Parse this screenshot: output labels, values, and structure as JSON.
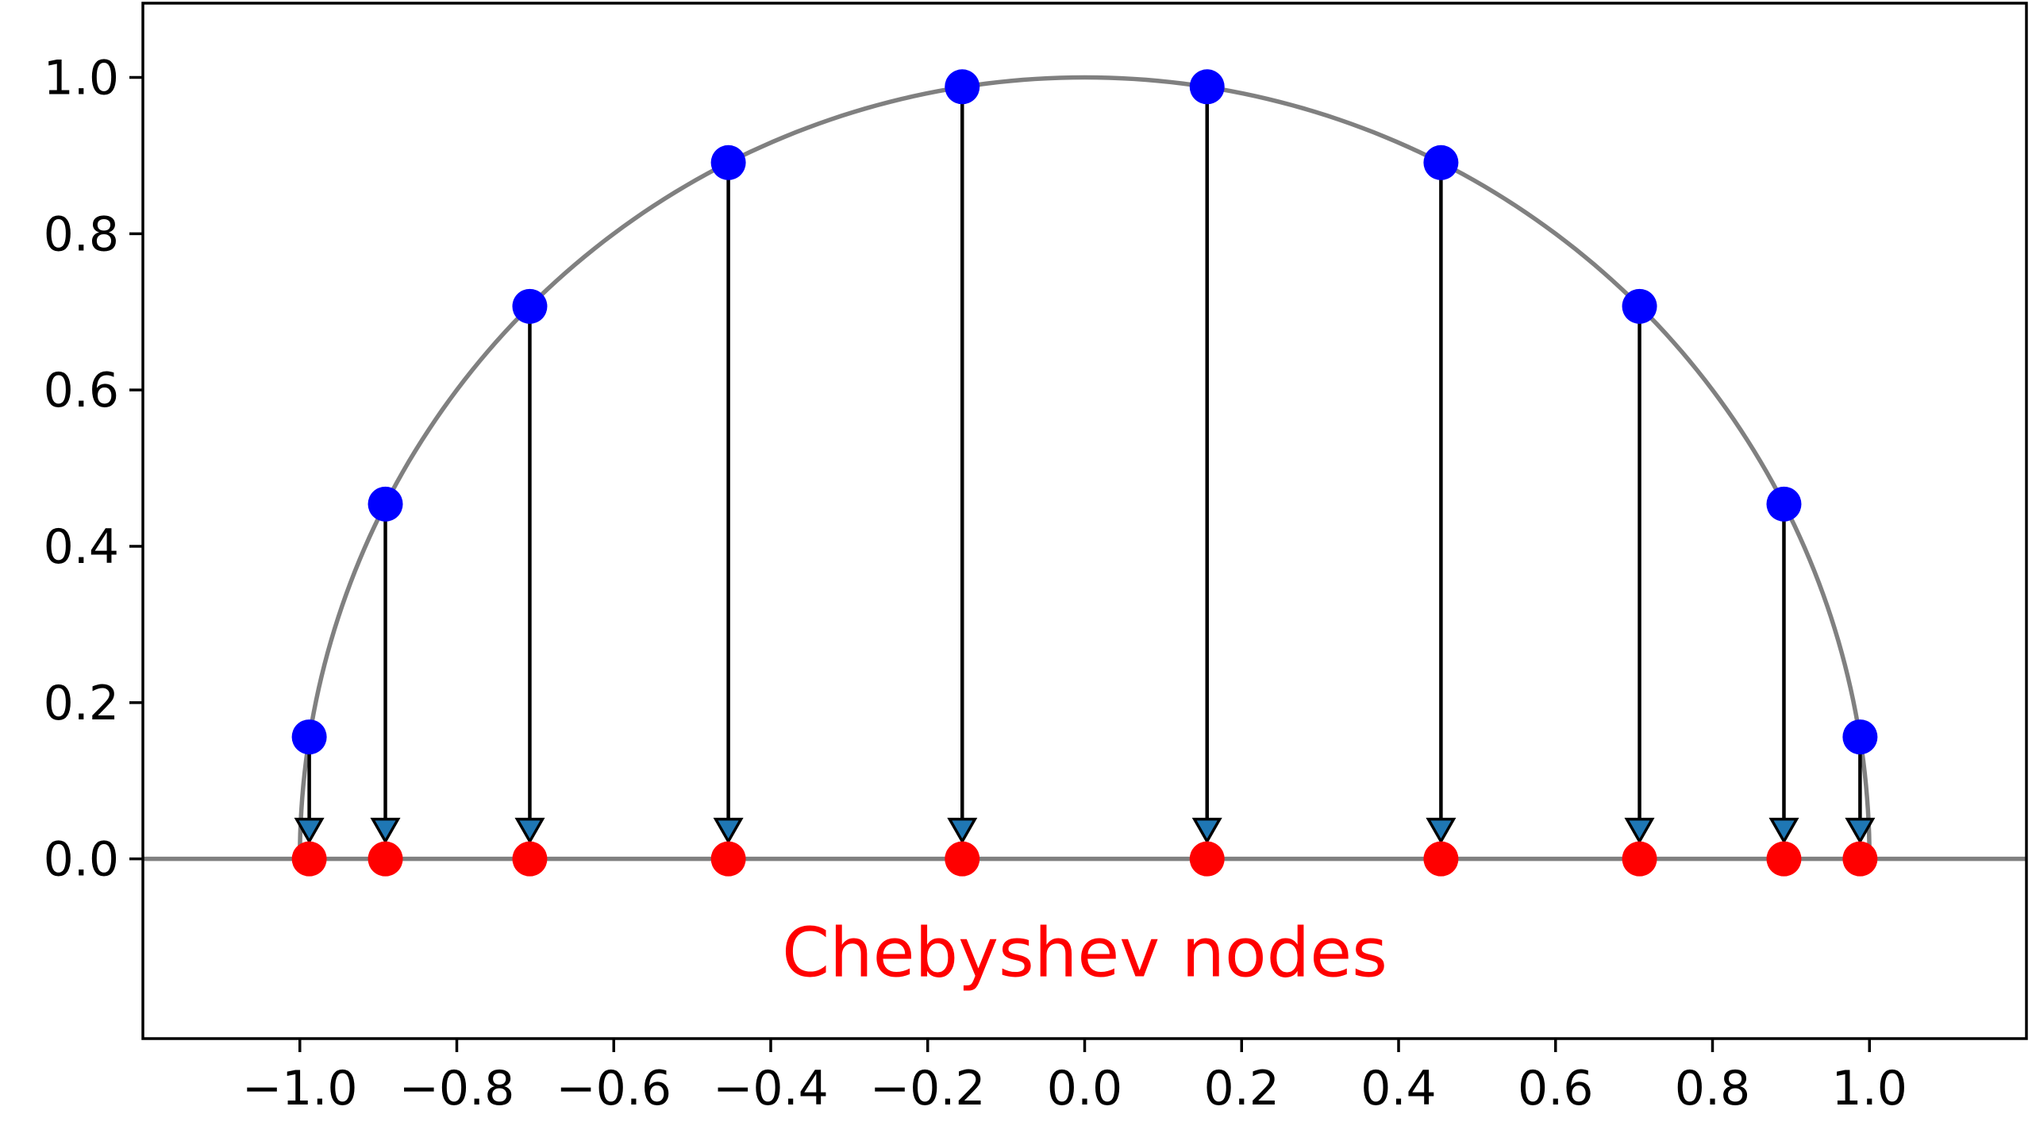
{
  "chart_data": {
    "type": "scatter",
    "title": "",
    "xlabel": "",
    "ylabel": "",
    "xlim": [
      -1.2,
      1.2
    ],
    "ylim": [
      -0.23,
      1.095
    ],
    "grid": false,
    "x_ticks": [
      "−1.0",
      "−0.8",
      "−0.6",
      "−0.4",
      "−0.2",
      "0.0",
      "0.2",
      "0.4",
      "0.6",
      "0.8",
      "1.0"
    ],
    "x_tick_values": [
      -1.0,
      -0.8,
      -0.6,
      -0.4,
      -0.2,
      0.0,
      0.2,
      0.4,
      0.6,
      0.8,
      1.0
    ],
    "y_ticks": [
      "0.0",
      "0.2",
      "0.4",
      "0.6",
      "0.8",
      "1.0"
    ],
    "y_tick_values": [
      0.0,
      0.2,
      0.4,
      0.6,
      0.8,
      1.0
    ],
    "curve": {
      "kind": "unit-semicircle",
      "color": "#808080"
    },
    "baseline": {
      "y": 0.0,
      "color": "#808080"
    },
    "circle_points": {
      "color": "#0000ff",
      "x": [
        -0.988,
        -0.891,
        -0.707,
        -0.454,
        -0.156,
        0.156,
        0.454,
        0.707,
        0.891,
        0.988
      ],
      "y": [
        0.156,
        0.454,
        0.707,
        0.891,
        0.988,
        0.988,
        0.891,
        0.707,
        0.454,
        0.156
      ]
    },
    "nodes": {
      "color": "#ff0000",
      "x": [
        -0.988,
        -0.891,
        -0.707,
        -0.454,
        -0.156,
        0.156,
        0.454,
        0.707,
        0.891,
        0.988
      ],
      "y": [
        0,
        0,
        0,
        0,
        0,
        0,
        0,
        0,
        0,
        0
      ]
    },
    "arrows": {
      "color": "#000000",
      "head_fill": "#1f77b4"
    },
    "annotation": {
      "text": "Chebyshev nodes",
      "x": 0.0,
      "y": -0.12,
      "color": "#ff0000"
    }
  }
}
